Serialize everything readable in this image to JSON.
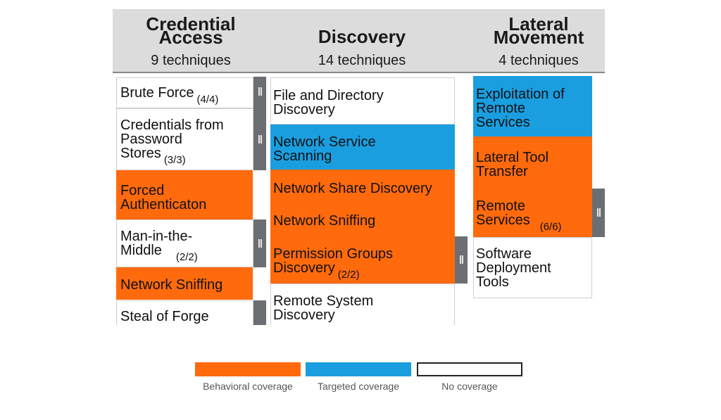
{
  "columns": [
    {
      "title_line1": "Credential",
      "title_line2": "Access",
      "count": "9 techniques"
    },
    {
      "title_line1": "Discovery",
      "title_line2": "",
      "count": "14 techniques"
    },
    {
      "title_line1": "Lateral",
      "title_line2": "Movement",
      "count": "4 techniques"
    }
  ],
  "credential_access": [
    {
      "line1": "Brute Force",
      "line2": "",
      "line3": "",
      "count": "(4/4)",
      "coverage": "none"
    },
    {
      "line1": "Credentials from",
      "line2": "Password",
      "line3": "Stores",
      "count": "(3/3)",
      "coverage": "none"
    },
    {
      "line1": "Forced",
      "line2": "Authenticaton",
      "line3": "",
      "count": "",
      "coverage": "behavioral"
    },
    {
      "line1": "Man-in-the-",
      "line2": "Middle",
      "line3": "",
      "count": "(2/2)",
      "coverage": "none"
    },
    {
      "line1": "Network Sniffing",
      "line2": "",
      "line3": "",
      "count": "",
      "coverage": "behavioral"
    },
    {
      "line1": "Steal of Forge",
      "line2": "",
      "line3": "",
      "count": "",
      "coverage": "none"
    }
  ],
  "discovery": [
    {
      "line1": "File and Directory",
      "line2": "Discovery",
      "count": "",
      "coverage": "none"
    },
    {
      "line1": "Network Service",
      "line2": "Scanning",
      "count": "",
      "coverage": "targeted"
    },
    {
      "line1": "Network Share Discovery",
      "line2": "",
      "count": "",
      "coverage": "behavioral"
    },
    {
      "line1": "Network Sniffing",
      "line2": "",
      "count": "",
      "coverage": "behavioral"
    },
    {
      "line1": "Permission Groups",
      "line2": "Discovery",
      "count": "(2/2)",
      "coverage": "behavioral"
    },
    {
      "line1": "Remote System",
      "line2": "Discovery",
      "count": "",
      "coverage": "none"
    }
  ],
  "lateral_movement": [
    {
      "line1": "Exploitation of",
      "line2": "Remote",
      "line3": "Services",
      "count": "",
      "coverage": "targeted"
    },
    {
      "line1": "Lateral Tool",
      "line2": "Transfer",
      "line3": "",
      "count": "",
      "coverage": "behavioral"
    },
    {
      "line1": "Remote",
      "line2": "Services",
      "line3": "",
      "count": "(6/6)",
      "coverage": "behavioral"
    },
    {
      "line1": "Software",
      "line2": "Deployment",
      "line3": "Tools",
      "count": "",
      "coverage": "none"
    }
  ],
  "legend": [
    {
      "label": "Behavioral coverage",
      "color": "#ff6a0d"
    },
    {
      "label": "Targeted coverage",
      "color": "#1a9ee0"
    },
    {
      "label": "No coverage",
      "color": "#ffffff"
    }
  ]
}
